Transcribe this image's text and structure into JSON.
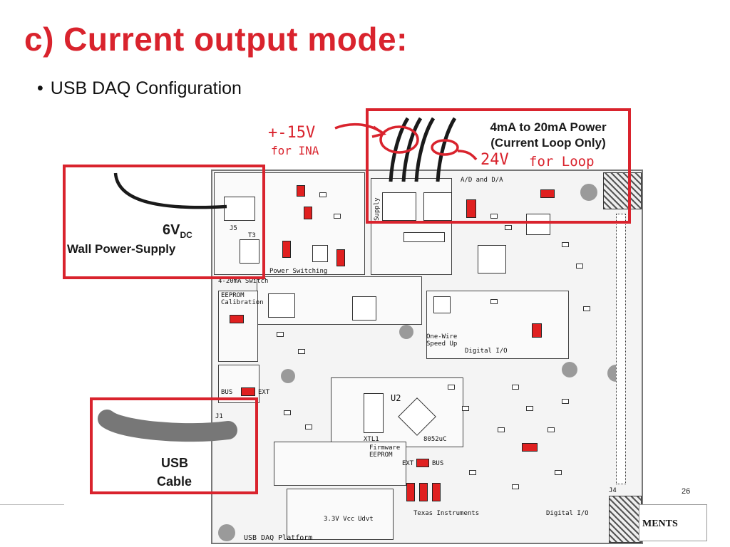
{
  "slide": {
    "title": "c) Current output mode:",
    "bullet": "USB DAQ Configuration",
    "page_number": "26",
    "logo_text": "MENTS"
  },
  "annotations": {
    "power_title_line1": "4mA to 20mA Power",
    "power_title_line2": "(Current Loop Only)",
    "ina_voltage": "+-15V",
    "ina_label": "for INA",
    "loop_voltage": "24V",
    "loop_label": "for Loop",
    "wall_voltage": "6V",
    "wall_voltage_sub": "DC",
    "wall_label": "Wall Power-Supply",
    "usb_line1": "USB",
    "usb_line2": "Cable"
  },
  "board": {
    "platform": "USB DAQ Platform",
    "silk_j5": "J5",
    "silk_t3": "T3",
    "silk_j1": "J1",
    "silk_u2": "U2",
    "silk_j4": "J4",
    "silk_power_switching": "Power Switching",
    "silk_ma_switch": "4-20mA Switch",
    "silk_eeprom": "EEPROM Calibration",
    "silk_onewire": "One-Wire Speed Up",
    "silk_digital_io": "Digital I/O",
    "silk_digital_io2": "Digital I/O",
    "silk_ad_da": "A/D and D/A",
    "silk_firmware": "Firmware EEPROM",
    "silk_supply": "Supply",
    "silk_ti": "Texas Instruments",
    "silk_bus": "BUS",
    "silk_ext": "EXT",
    "silk_ext2": "EXT",
    "silk_bus2": "BUS",
    "silk_xtl1": "XTL1",
    "silk_uvcc": "3.3V Vcc",
    "silk_udvt": "Udvt",
    "silk_8052": "8052uC"
  },
  "colors": {
    "accent": "#d9232d",
    "jumper": "#e02020",
    "cable_black": "#1a1a1a",
    "cable_gray": "#777777"
  }
}
